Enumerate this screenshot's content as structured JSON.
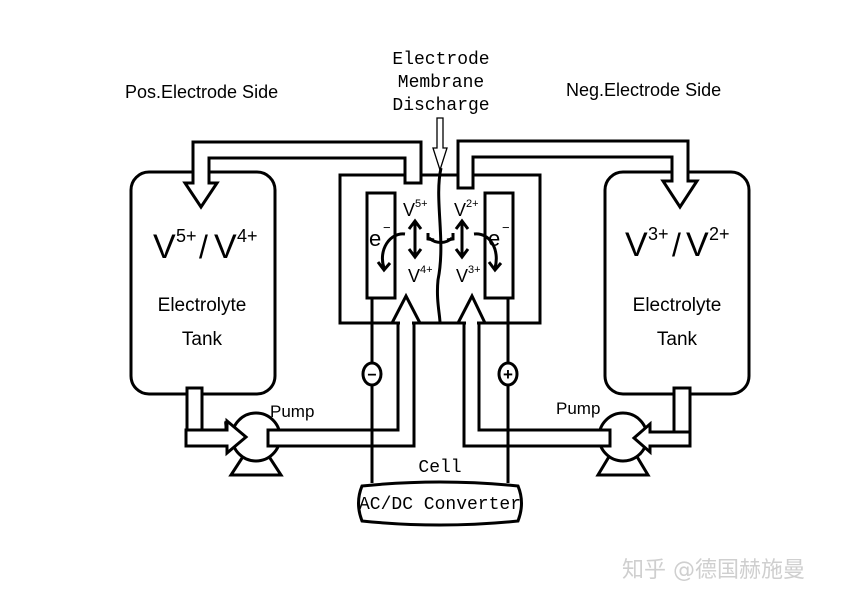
{
  "title": "Vanadium Redox Flow Battery - Discharge",
  "labels": {
    "pos_side": "Pos.Electrode Side",
    "neg_side": "Neg.Electrode Side",
    "center_top": [
      "Electrode",
      "Membrane",
      "Discharge"
    ],
    "cell": "Cell",
    "converter": "AC/DC Converter",
    "pump_left": "Pump",
    "pump_right": "Pump"
  },
  "tanks": {
    "left": {
      "base1": "V",
      "sup1": "5+",
      "sep": "/",
      "base2": "V",
      "sup2": "4+",
      "line1": "Electrolyte",
      "line2": "Tank"
    },
    "right": {
      "base1": "V",
      "sup1": "3+",
      "sep": "/",
      "base2": "V",
      "sup2": "2+",
      "line1": "Electrolyte",
      "line2": "Tank"
    }
  },
  "cell_ions": {
    "left_top": {
      "base": "V",
      "sup": "5+"
    },
    "left_bottom": {
      "base": "V",
      "sup": "4+"
    },
    "right_top": {
      "base": "V",
      "sup": "2+"
    },
    "right_bottom": {
      "base": "V",
      "sup": "3+"
    },
    "electron_left": {
      "base": "e",
      "sup": "−"
    },
    "electron_right": {
      "base": "e",
      "sup": "−"
    }
  },
  "terminals": {
    "negative": "−",
    "positive": "+"
  },
  "watermark": "知乎 @德国赫施曼"
}
